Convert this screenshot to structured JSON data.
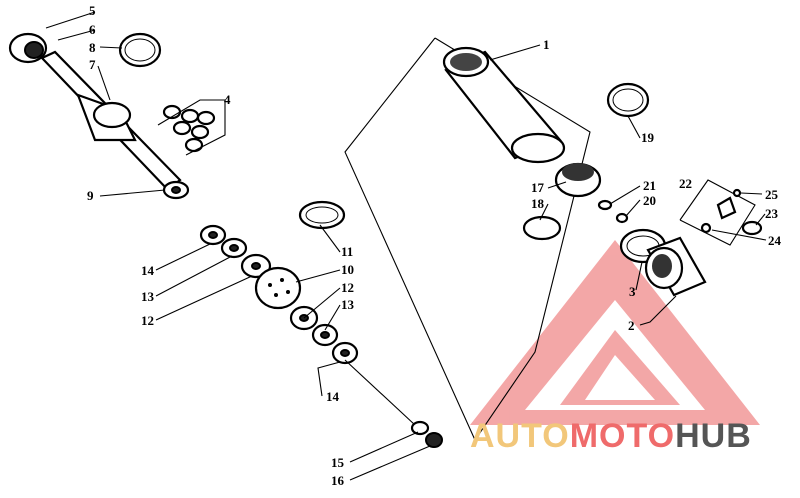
{
  "callouts": {
    "c1": "1",
    "c2": "2",
    "c3": "3",
    "c4": "4",
    "c5": "5",
    "c6": "6",
    "c7": "7",
    "c8": "8",
    "c9": "9",
    "c10": "10",
    "c11": "11",
    "c12a": "12",
    "c12b": "12",
    "c13a": "13",
    "c13b": "13",
    "c14a": "14",
    "c14b": "14",
    "c15": "15",
    "c16": "16",
    "c17": "17",
    "c18": "18",
    "c19": "19",
    "c20": "20",
    "c21": "21",
    "c22": "22",
    "c23": "23",
    "c24": "24",
    "c25": "25"
  },
  "watermark": {
    "part1": "AUTO",
    "part2": "MOTO",
    "part3": "HUB",
    "color_gold": "#f2c77a",
    "color_red": "#ef6b6b",
    "color_dark": "#555555"
  },
  "icons": [
    "shock-absorber-body",
    "piston-rod",
    "watermark-triangle-logo"
  ]
}
